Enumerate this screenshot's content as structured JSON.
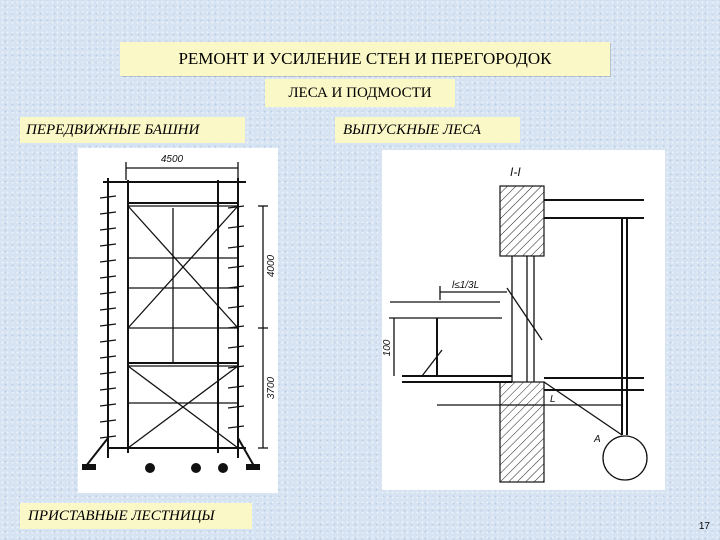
{
  "header": {
    "title": "РЕМОНТ И УСИЛЕНИЕ СТЕН И ПЕРЕГОРОДОК",
    "subtitle": "ЛЕСА И ПОДМОСТИ"
  },
  "sections": {
    "left_heading": "ПЕРЕДВИЖНЫЕ БАШНИ",
    "right_heading": "ВЫПУСКНЫЕ ЛЕСА",
    "bottom_heading": "ПРИСТАВНЫЕ ЛЕСТНИЦЫ"
  },
  "tower_drawing": {
    "dim_width": "4500",
    "dim_upper": "4000",
    "dim_lower": "3700"
  },
  "bracket_drawing": {
    "section_mark": "I-I",
    "dim_reach": "l≤1/3L",
    "dim_height": "100",
    "dim_span": "L",
    "point_label": "A"
  },
  "footer": {
    "page_number": "17"
  }
}
